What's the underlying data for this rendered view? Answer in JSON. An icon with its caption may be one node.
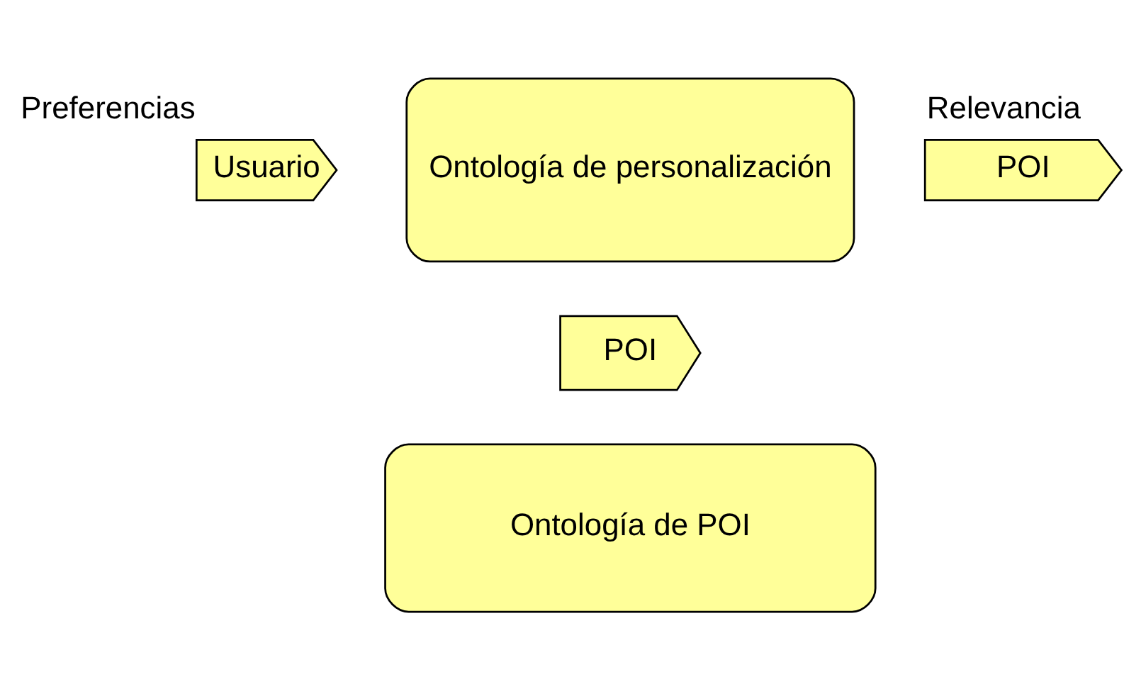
{
  "diagram": {
    "nodes": [
      {
        "text": [
          "Usuario"
        ],
        "beside": [
          "Preferencias"
        ]
      },
      {
        "text": [
          "Ontología de personalización"
        ]
      },
      {
        "text": [
          "POI"
        ],
        "beside": [
          "Relevancia"
        ]
      },
      {
        "text": [
          "POI"
        ]
      },
      {
        "text": [
          "Ontología de POI"
        ]
      }
    ]
  }
}
